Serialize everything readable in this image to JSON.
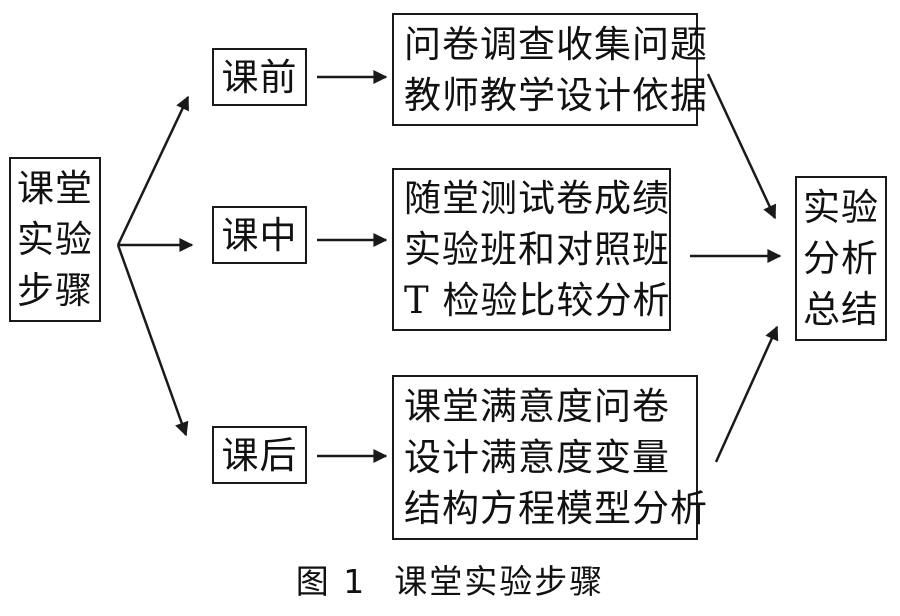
{
  "diagram": {
    "root": {
      "lines": [
        "课堂",
        "实验",
        "步骤"
      ]
    },
    "stages": [
      {
        "label": "课前",
        "detail": [
          "问卷调查收集问题",
          "教师教学设计依据"
        ]
      },
      {
        "label": "课中",
        "detail": [
          "随堂测试卷成绩",
          "实验班和对照班",
          "T 检验比较分析"
        ]
      },
      {
        "label": "课后",
        "detail": [
          "课堂满意度问卷",
          "设计满意度变量",
          "结构方程模型分析"
        ]
      }
    ],
    "summary": {
      "lines": [
        "实验",
        "分析",
        "总结"
      ]
    }
  },
  "caption": {
    "figure_number": "图 1",
    "title": "课堂实验步骤"
  }
}
